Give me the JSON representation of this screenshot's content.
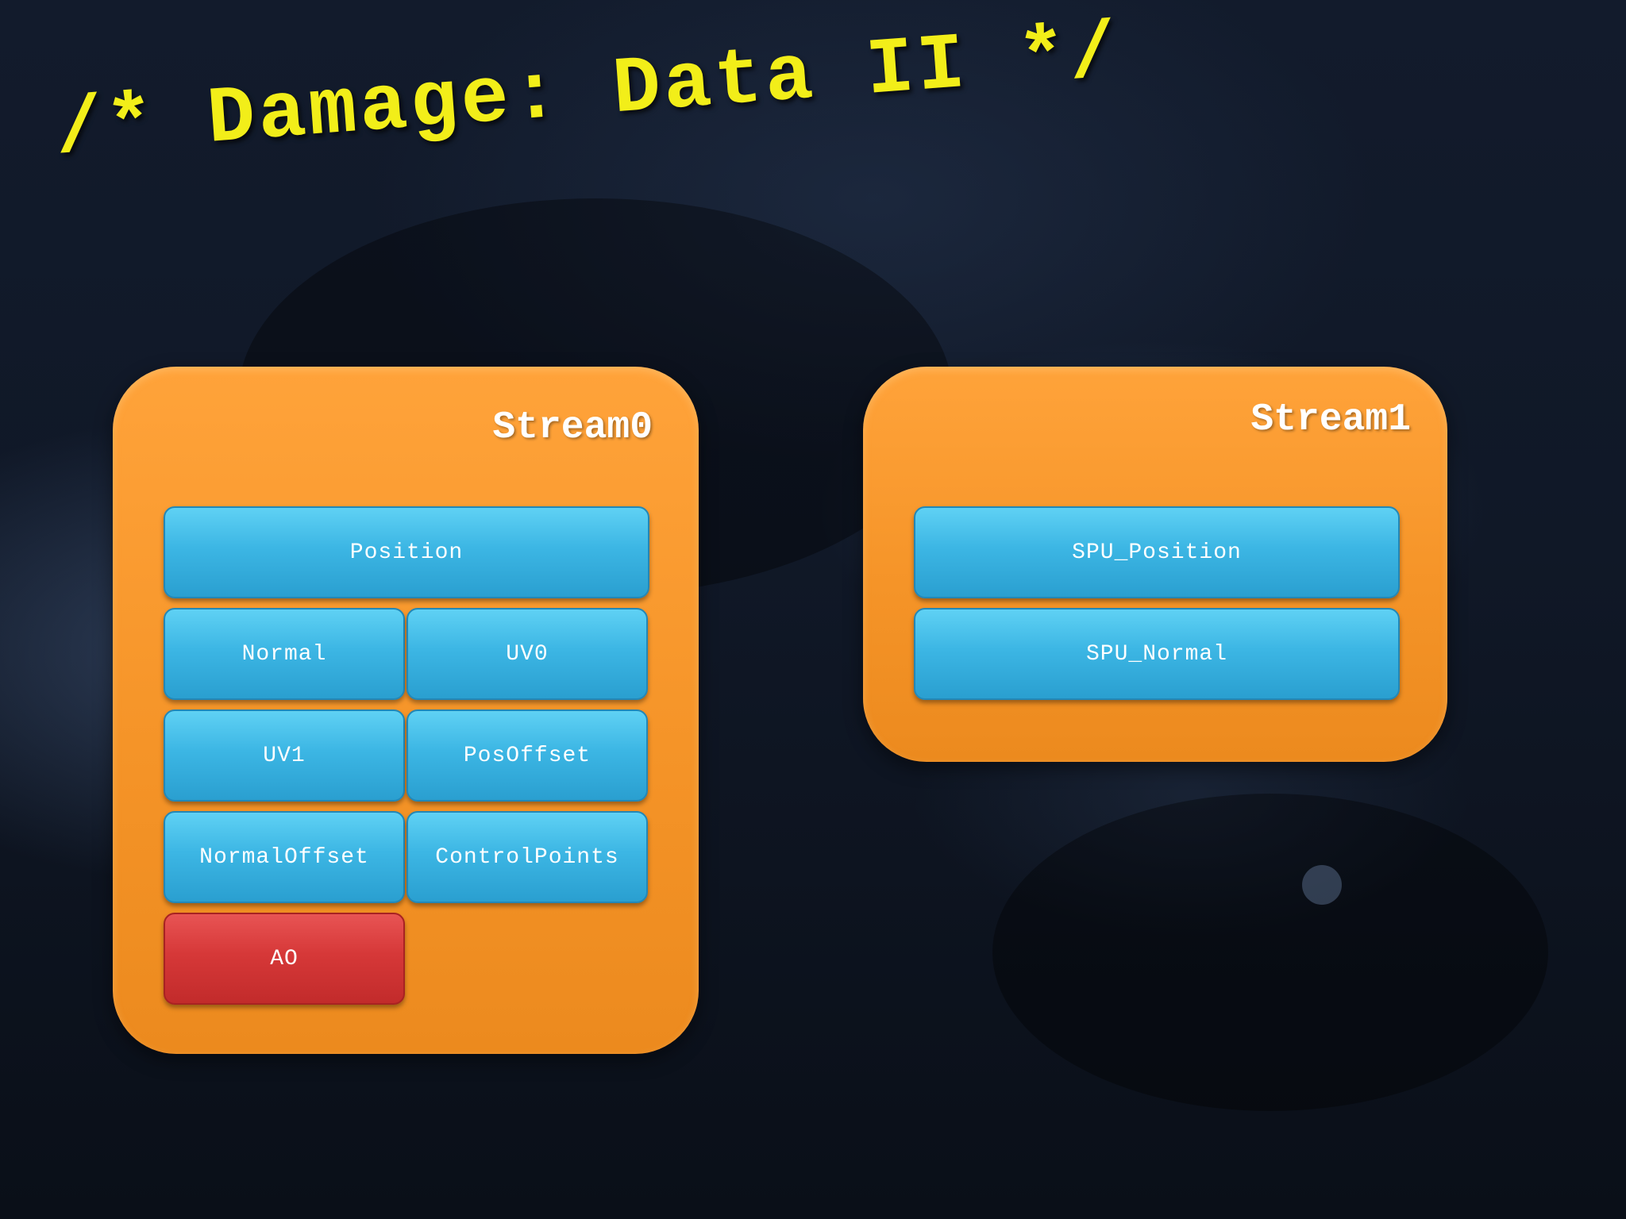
{
  "slide": {
    "title": "/* Damage: Data II */"
  },
  "streams": [
    {
      "label": "Stream0",
      "fields": [
        {
          "label": "Position",
          "color": "#3cb6e4"
        },
        {
          "label": "Normal",
          "color": "#3cb6e4"
        },
        {
          "label": "UV0",
          "color": "#3cb6e4"
        },
        {
          "label": "UV1",
          "color": "#3cb6e4"
        },
        {
          "label": "PosOffset",
          "color": "#3cb6e4"
        },
        {
          "label": "NormalOffset",
          "color": "#3cb6e4"
        },
        {
          "label": "ControlPoints",
          "color": "#3cb6e4"
        },
        {
          "label": "AO",
          "color": "#d63838"
        }
      ]
    },
    {
      "label": "Stream1",
      "fields": [
        {
          "label": "SPU_Position",
          "color": "#3cb6e4"
        },
        {
          "label": "SPU_Normal",
          "color": "#3cb6e4"
        }
      ]
    }
  ],
  "colors": {
    "title": "#f2ee19",
    "stream_box": "#f59428",
    "field_blue": "#3cb6e4",
    "field_red": "#d63838",
    "background": "#0c1320"
  }
}
